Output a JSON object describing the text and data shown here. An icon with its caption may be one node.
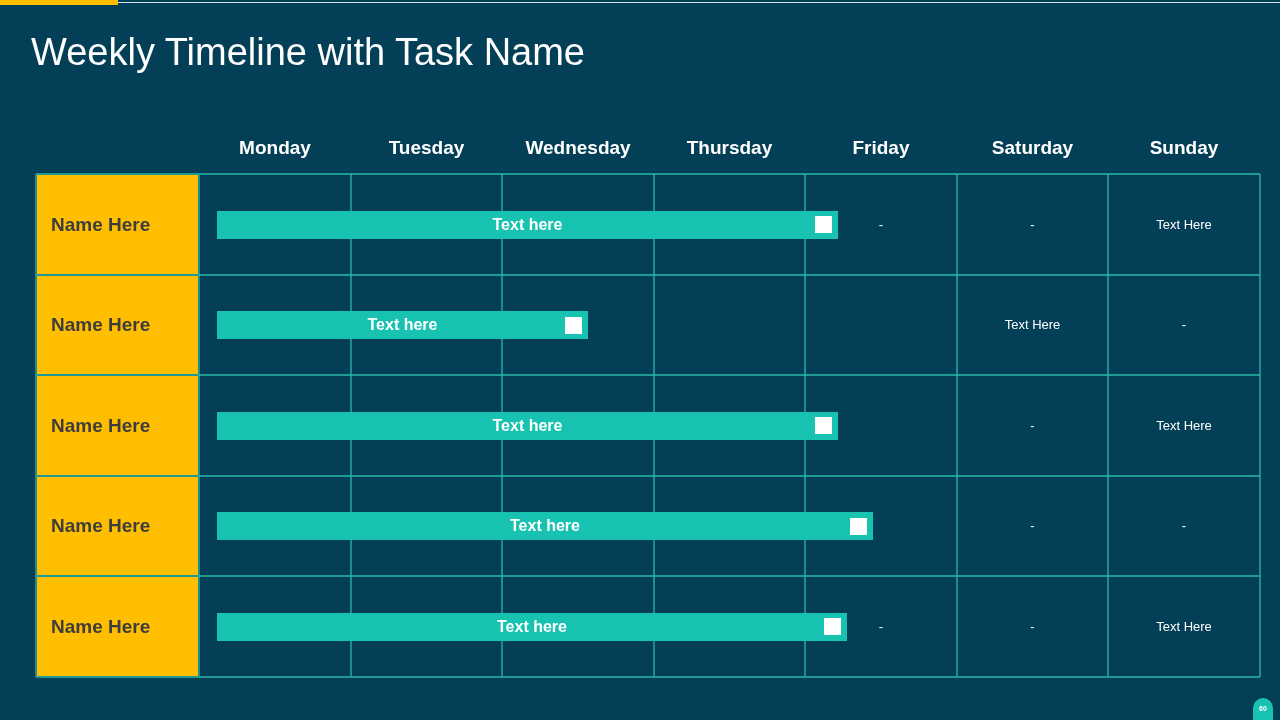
{
  "diagram": {
    "title": "Weekly Timeline with Task Name",
    "nodes": [
      {
        "text": [
          "Name Here"
        ]
      },
      {
        "text": [
          "Text here"
        ]
      },
      {
        "text": [
          "Name Here"
        ]
      },
      {
        "text": [
          "Text here"
        ]
      },
      {
        "text": [
          "Name Here"
        ]
      },
      {
        "text": [
          "Text here"
        ]
      },
      {
        "text": [
          "Name Here"
        ]
      },
      {
        "text": [
          "Text here"
        ]
      },
      {
        "text": [
          "Name Here"
        ]
      },
      {
        "text": [
          "Text here"
        ]
      }
    ],
    "labels": [
      "Monday",
      "Tuesday",
      "Wednesday",
      "Thursday",
      "Friday",
      "Saturday",
      "Sunday",
      "-",
      "-",
      "Text Here",
      "Text Here",
      "-",
      "-",
      "Text Here",
      "-",
      "-",
      "-",
      "-",
      "Text Here",
      "60"
    ]
  }
}
